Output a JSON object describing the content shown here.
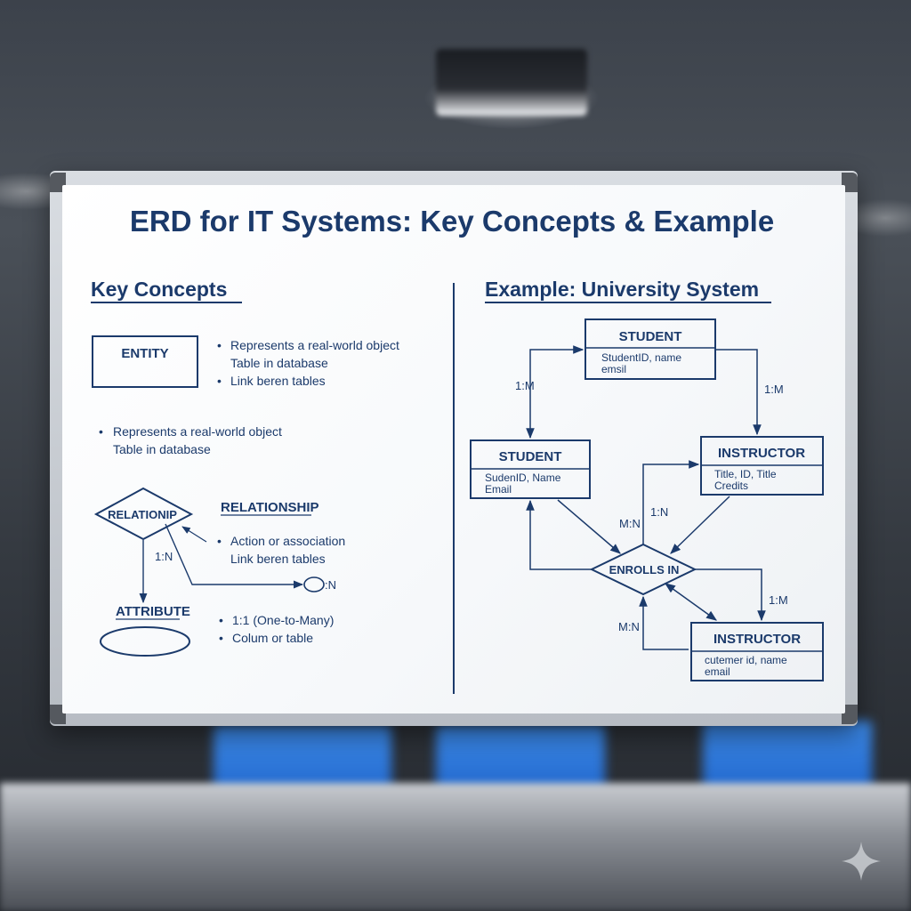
{
  "title": "ERD for IT Systems: Key Concepts & Example",
  "left": {
    "heading": "Key Concepts",
    "entity_box_label": "ENTITY",
    "entity_bullets": [
      "Represents a real-world object",
      "Table in database",
      "Link beren tables"
    ],
    "extra_bullet_line1": "Represents a real-world object",
    "extra_bullet_line2": "Table in database",
    "relationship_diamond_label": "RELATIONIP",
    "relationship_heading": "RELATIONSHIP",
    "relationship_bullet_line1": "Action or association",
    "relationship_bullet_line2": "Link beren tables",
    "cardinality_1n": "1:N",
    "cardinality_n": ":N",
    "attribute_heading": "ATTRIBUTE",
    "attribute_bullets": [
      "1:1 (One-to-Many)",
      "Colum or table"
    ]
  },
  "right": {
    "heading": "Example: University System",
    "student_top": {
      "title": "STUDENT",
      "line1": "StudentID, name",
      "line2": "emsil"
    },
    "student_left": {
      "title": "STUDENT",
      "line1": "SudenID, Name",
      "line2": "Email"
    },
    "instructor_top": {
      "title": "INSTRUCTOR",
      "line1": "Title, ID, Title",
      "line2": "Credits"
    },
    "instructor_bottom": {
      "title": "INSTRUCTOR",
      "line1": "cutemer id, name",
      "line2": "email"
    },
    "relationship": "ENROLLS IN",
    "labels": {
      "left_1m": "1:M",
      "right_1m": "1:M",
      "mn_upper": "M:N",
      "one_n": "1:N",
      "mn_lower": "M:N",
      "bottom_1m": "1:M"
    }
  },
  "colors": {
    "ink": "#1b3a6b",
    "board": "#ffffff",
    "frame": "#c9cdd3",
    "monitor": "#2f7be0"
  },
  "icons": [
    "sparkle-icon"
  ]
}
